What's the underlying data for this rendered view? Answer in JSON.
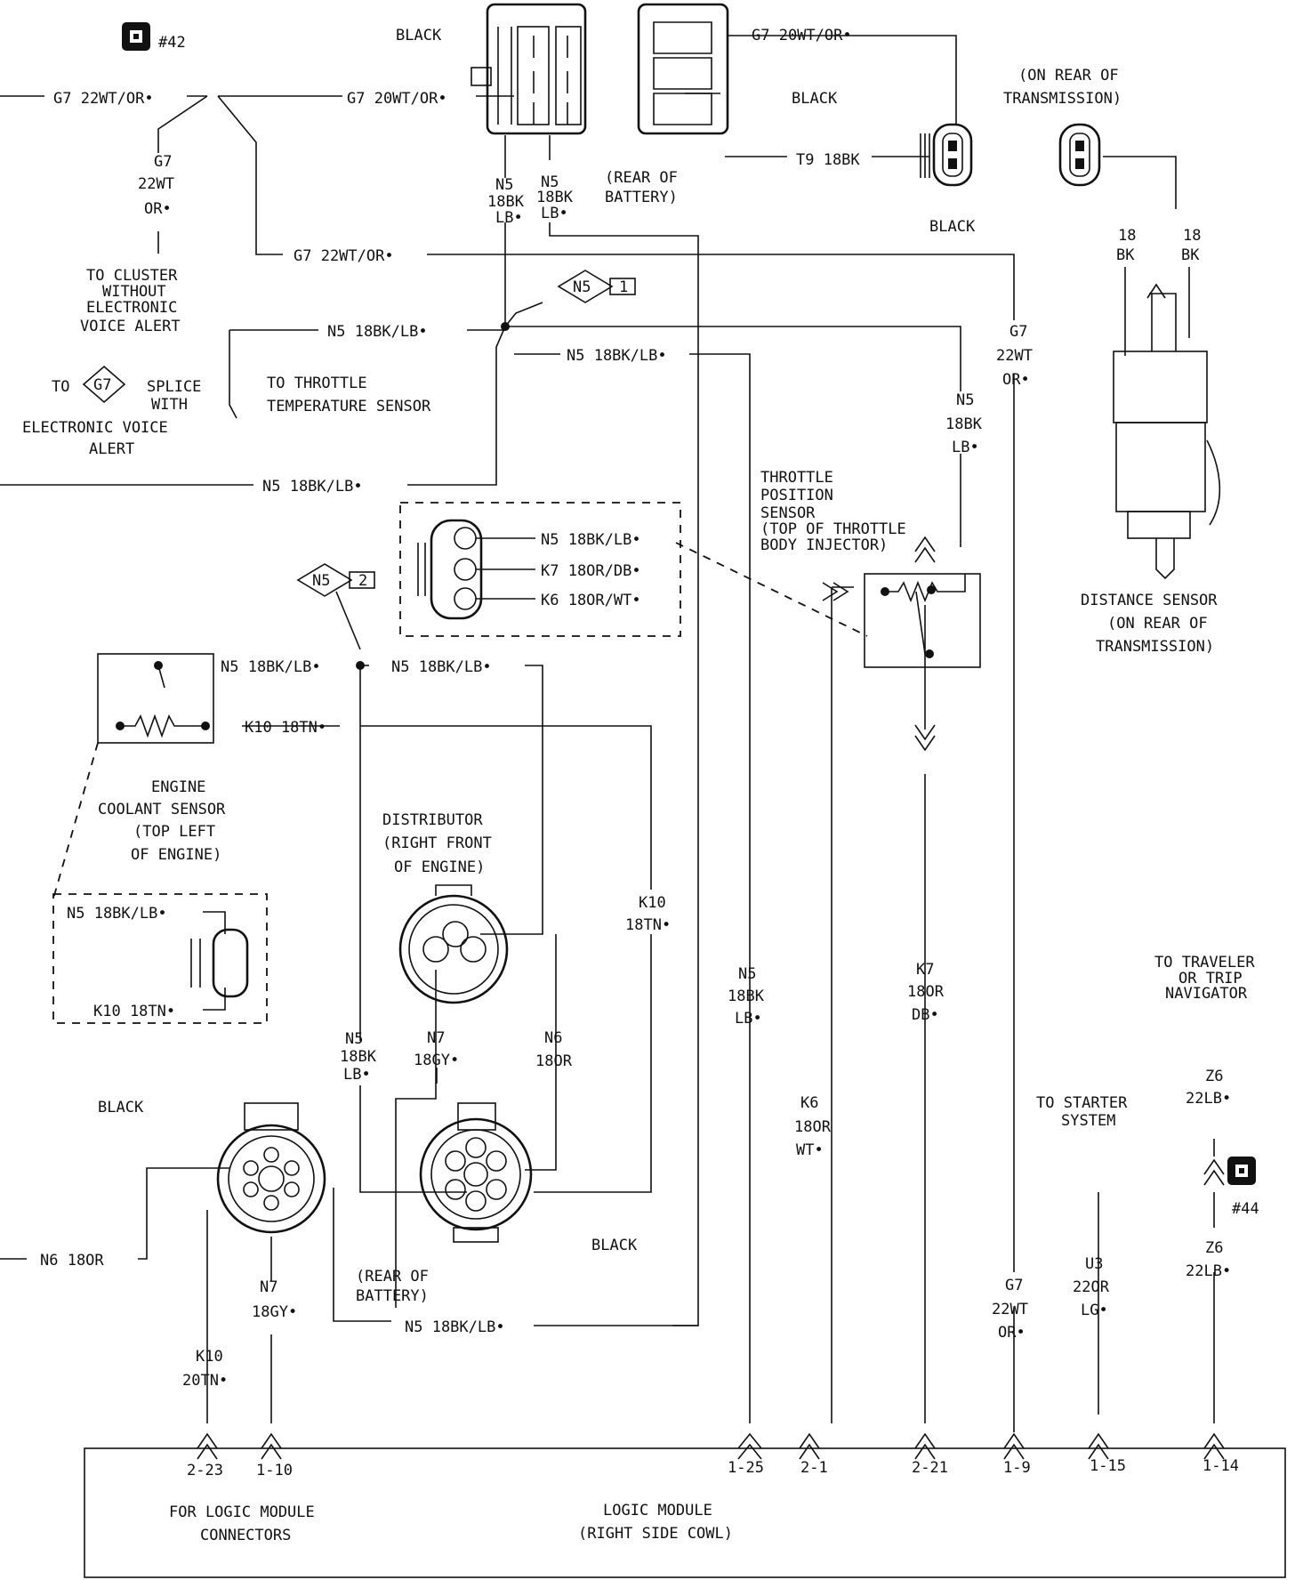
{
  "diagram": {
    "logic_module": {
      "title": "LOGIC MODULE",
      "subtitle": "(RIGHT SIDE COWL)",
      "connectors_note": "FOR LOGIC MODULE",
      "connectors_note2": "CONNECTORS",
      "pins": [
        "2-23",
        "1-10",
        "1-25",
        "2-1",
        "2-21",
        "1-9",
        "1-15",
        "1-14"
      ]
    },
    "badges": {
      "b42": "#42",
      "b44": "#44"
    },
    "splices": {
      "n5_1": "N5",
      "n5_1_num": "1",
      "n5_2": "N5",
      "n5_2_num": "2",
      "g7": "G7"
    },
    "labels": {
      "black_top": "BLACK",
      "g7_20_top": "G7 20WT/OR•",
      "black_mid": "BLACK",
      "g7_22_left": "G7 22WT/OR•",
      "g7_20_left": "G7 20WT/OR•",
      "on_rear_1": "(ON REAR OF",
      "on_rear_2": "TRANSMISSION)",
      "t9": "T9 18BK",
      "rear_batt_1": "(REAR OF",
      "rear_batt_2": "BATTERY)",
      "black_sensor": "BLACK",
      "n5a_1": "N5",
      "n5a_2": "18BK",
      "n5a_3": "LB•",
      "n5b_1": "N5",
      "n5b_2": "18BK",
      "n5b_3": "LB•",
      "g7v_1": "G7",
      "g7v_2": "22WT",
      "g7v_3": "OR•",
      "cluster_1": "TO CLUSTER",
      "cluster_2": "WITHOUT",
      "cluster_3": "ELECTRONIC",
      "cluster_4": "VOICE ALERT",
      "g7_22_mid": "G7 22WT/OR•",
      "bk18_a1": "18",
      "bk18_a2": "BK",
      "bk18_b1": "18",
      "bk18_b2": "BK",
      "n5_h1": "N5 18BK/LB•",
      "n5_h2": "N5 18BK/LB•",
      "g7r_1": "G7",
      "g7r_2": "22WT",
      "g7r_3": "OR•",
      "to_splice_to": "TO",
      "to_splice_splice": "SPLICE",
      "to_splice_with": "WITH",
      "eva_1": "ELECTRONIC VOICE",
      "eva_2": "ALERT",
      "throttle_temp_1": "TO THROTTLE",
      "throttle_temp_2": "TEMPERATURE SENSOR",
      "n5r_1": "N5",
      "n5r_2": "18BK",
      "n5r_3": "LB•",
      "n5_h3": "N5 18BK/LB•",
      "tps_1": "THROTTLE",
      "tps_2": "POSITION",
      "tps_3": "SENSOR",
      "tps_4": "(TOP OF THROTTLE",
      "tps_5": "BODY INJECTOR)",
      "tps_w1": "N5 18BK/LB•",
      "tps_w2": "K7 18OR/DB•",
      "tps_w3": "K6 18OR/WT•",
      "dist_sensor_1": "DISTANCE SENSOR",
      "dist_sensor_2": "(ON REAR OF",
      "dist_sensor_3": "TRANSMISSION)",
      "ecs_n5": "N5 18BK/LB•",
      "ecs_n5b": "N5 18BK/LB•",
      "k10_18": "K10 18TN•",
      "ecs_1": "ENGINE",
      "ecs_2": "COOLANT SENSOR",
      "ecs_3": "(TOP LEFT",
      "ecs_4": "OF ENGINE)",
      "dist_1": "DISTRIBUTOR",
      "dist_2": "(RIGHT FRONT",
      "dist_3": "OF ENGINE)",
      "k10v_1": "K10",
      "k10v_2": "18TN•",
      "ecsbox_n5": "N5 18BK/LB•",
      "ecsbox_k10": "K10 18TN•",
      "n5m_1": "N5",
      "n5m_2": "18BK",
      "n5m_3": "LB•",
      "k7_1": "K7",
      "k7_2": "18OR",
      "k7_3": "DB•",
      "n5l_1": "N5",
      "n5l_2": "18BK",
      "n5l_3": "LB•",
      "n7_1": "N7",
      "n7_2": "18GY•",
      "n6_1": "N6",
      "n6_2": "18OR",
      "k6_1": "K6",
      "k6_2": "18OR",
      "k6_3": "WT•",
      "traveler_1": "TO TRAVELER",
      "traveler_2": "OR TRIP",
      "traveler_3": "NAVIGATOR",
      "z6a_1": "Z6",
      "z6a_2": "22LB•",
      "black_conn": "BLACK",
      "starter_1": "TO STARTER",
      "starter_2": "SYSTEM",
      "black_conn2": "BLACK",
      "n6_left": "N6 18OR",
      "rear_batt2_1": "(REAR OF",
      "rear_batt2_2": "BATTERY)",
      "u3_1": "U3",
      "u3_2": "22OR",
      "u3_3": "LG•",
      "z6b_1": "Z6",
      "z6b_2": "22LB•",
      "n7b_1": "N7",
      "n7b_2": "18GY•",
      "g7b_1": "G7",
      "g7b_2": "22WT",
      "g7b_3": "OR•",
      "n5_bottom": "N5 18BK/LB•",
      "k10b_1": "K10",
      "k10b_2": "20TN•"
    }
  }
}
